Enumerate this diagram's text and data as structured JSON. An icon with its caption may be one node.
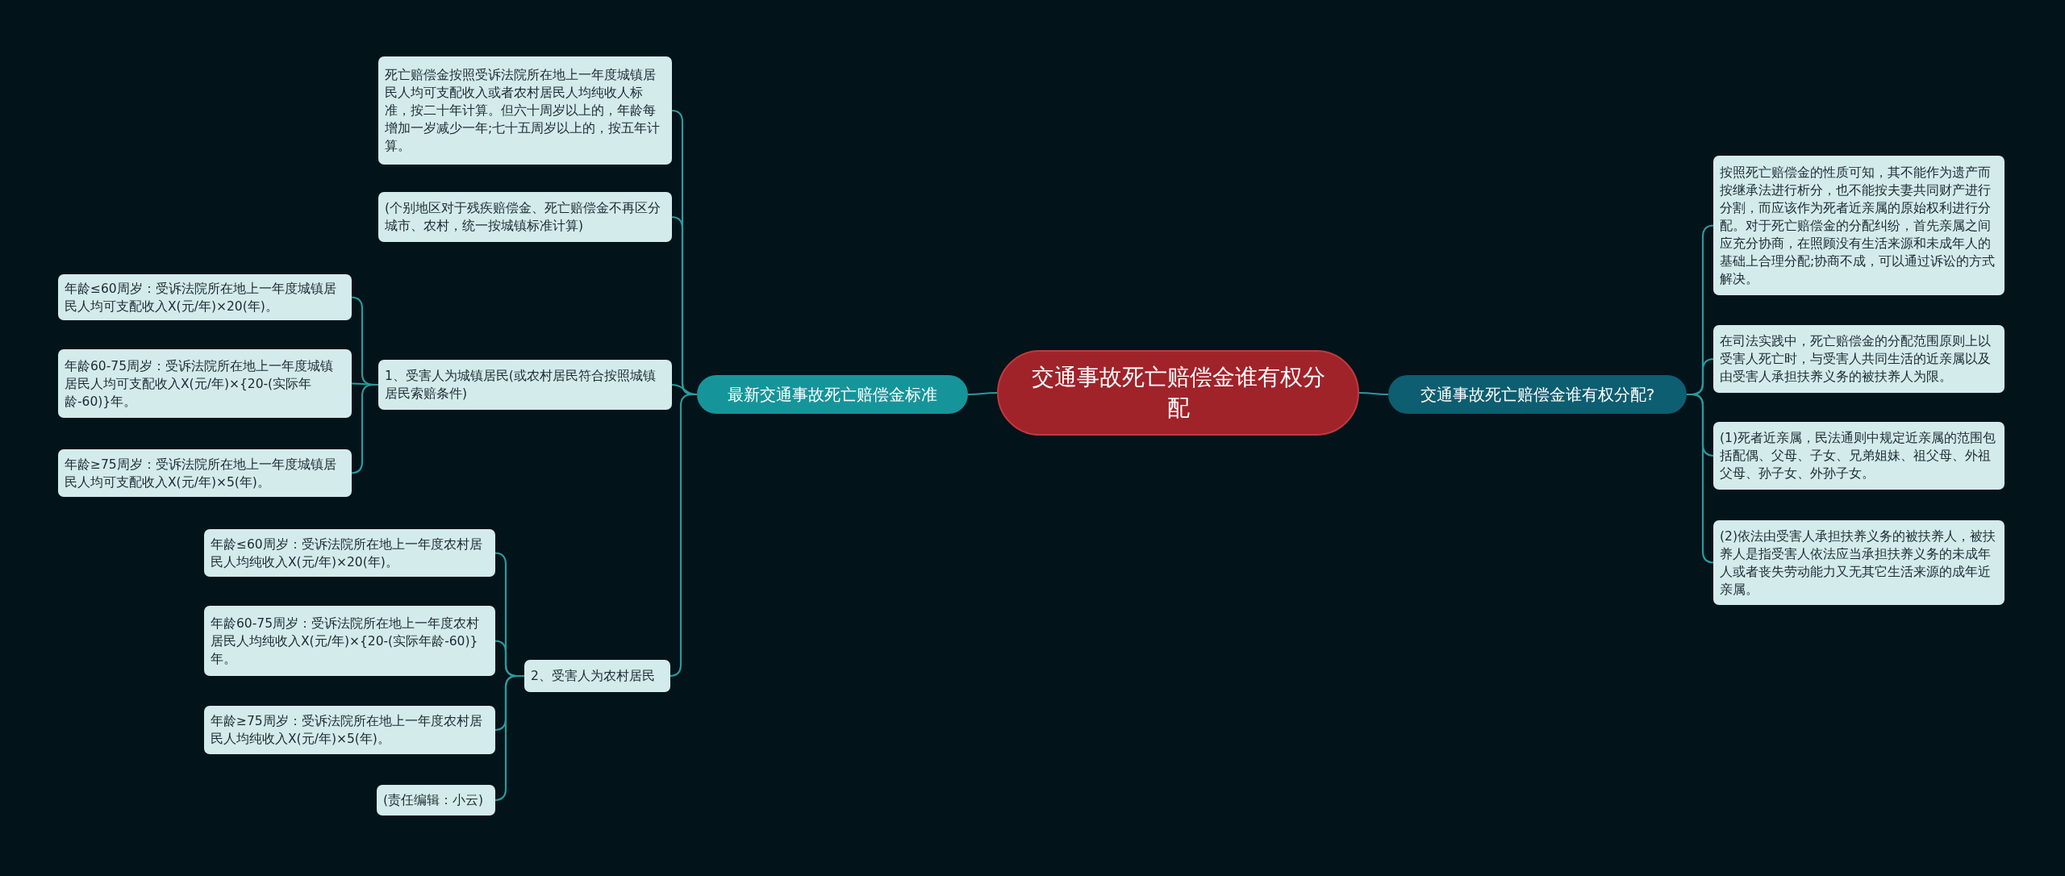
{
  "diagram": {
    "nodes": [
      {
        "text": [
          "交通事故死亡赔偿金谁有权分配"
        ]
      },
      {
        "text": [
          "最新交通事故死亡赔偿金标准"
        ]
      },
      {
        "text": [
          "交通事故死亡赔偿金谁有权分配?"
        ]
      },
      {
        "text": [
          "死亡赔偿金按照受诉法院所在地上一年度城镇居民人均可支配收入或者农村居民人均纯收人标准，按二十年计算。但六十周岁以上的，年龄每增加一岁减少一年;七十五周岁以上的，按五年计算。"
        ]
      },
      {
        "text": [
          "(个别地区对于残疾赔偿金、死亡赔偿金不再区分城市、农村，统一按城镇标准计算)"
        ]
      },
      {
        "text": [
          "1、受害人为城镇居民(或农村居民符合按照城镇居民索赔条件)"
        ]
      },
      {
        "text": [
          "2、受害人为农村居民"
        ]
      },
      {
        "text": [
          "年龄≤60周岁：受诉法院所在地上一年度城镇居民人均可支配收入X(元/年)×20(年)。"
        ]
      },
      {
        "text": [
          "年龄60-75周岁：受诉法院所在地上一年度城镇居民人均可支配收入X(元/年)×{20-(实际年龄-60)}年。"
        ]
      },
      {
        "text": [
          "年龄≥75周岁：受诉法院所在地上一年度城镇居民人均可支配收入X(元/年)×5(年)。"
        ]
      },
      {
        "text": [
          "年龄≤60周岁：受诉法院所在地上一年度农村居民人均纯收入X(元/年)×20(年)。"
        ]
      },
      {
        "text": [
          "年龄60-75周岁：受诉法院所在地上一年度农村居民人均纯收入X(元/年)×{20-(实际年龄-60)}年。"
        ]
      },
      {
        "text": [
          "年龄≥75周岁：受诉法院所在地上一年度农村居民人均纯收入X(元/年)×5(年)。"
        ]
      },
      {
        "text": [
          "(责任编辑：小云)"
        ]
      },
      {
        "text": [
          "按照死亡赔偿金的性质可知，其不能作为遗产而按继承法进行析分，也不能按夫妻共同财产进行分割，而应该作为死者近亲属的原始权利进行分配。对于死亡赔偿金的分配纠纷，首先亲属之间应充分协商，在照顾没有生活来源和未成年人的基础上合理分配;协商不成，可以通过诉讼的方式解决。"
        ]
      },
      {
        "text": [
          "在司法实践中，死亡赔偿金的分配范围原则上以受害人死亡时，与受害人共同生活的近亲属以及由受害人承担扶养义务的被扶养人为限。"
        ]
      },
      {
        "text": [
          "(1)死者近亲属，民法通则中规定近亲属的范围包括配偶、父母、子女、兄弟姐妹、祖父母、外祖父母、孙子女、外孙子女。"
        ]
      },
      {
        "text": [
          "(2)依法由受害人承担扶养义务的被扶养人，被扶养人是指受害人依法应当承担扶养义务的未成年人或者丧失劳动能力又无其它生活来源的成年近亲属。"
        ]
      }
    ],
    "edges": [
      {
        "from": 0,
        "to": 1,
        "arrow": "none"
      },
      {
        "from": 0,
        "to": 2,
        "arrow": "none"
      },
      {
        "from": 1,
        "to": 3,
        "arrow": "none"
      },
      {
        "from": 1,
        "to": 4,
        "arrow": "none"
      },
      {
        "from": 1,
        "to": 5,
        "arrow": "none"
      },
      {
        "from": 1,
        "to": 6,
        "arrow": "none"
      },
      {
        "from": 5,
        "to": 7,
        "arrow": "none"
      },
      {
        "from": 5,
        "to": 8,
        "arrow": "none"
      },
      {
        "from": 5,
        "to": 9,
        "arrow": "none"
      },
      {
        "from": 6,
        "to": 10,
        "arrow": "none"
      },
      {
        "from": 6,
        "to": 11,
        "arrow": "none"
      },
      {
        "from": 6,
        "to": 12,
        "arrow": "none"
      },
      {
        "from": 6,
        "to": 13,
        "arrow": "none"
      },
      {
        "from": 2,
        "to": 14,
        "arrow": "none"
      },
      {
        "from": 2,
        "to": 15,
        "arrow": "none"
      },
      {
        "from": 2,
        "to": 16,
        "arrow": "none"
      },
      {
        "from": 2,
        "to": 17,
        "arrow": "none"
      }
    ]
  }
}
